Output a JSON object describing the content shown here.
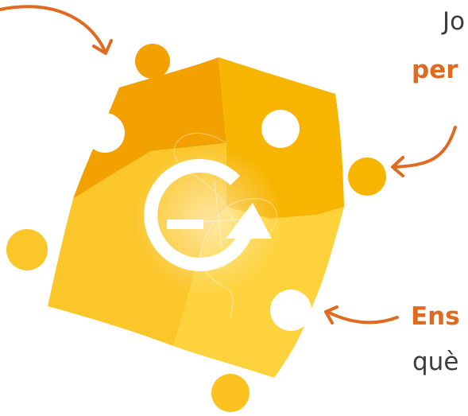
{
  "text": {
    "top_word": "Jo",
    "top_bold": "per",
    "bottom_bold": "Ens",
    "bottom_word": "què"
  },
  "colors": {
    "accent_orange": "#e06a1f",
    "text_dark": "#3c3c3c",
    "puzzle_dark": "#f2a100",
    "puzzle_mid": "#f7b500",
    "puzzle_light": "#fbc62a",
    "puzzle_pale": "#fdd23c",
    "logo": "#ffffff"
  },
  "icons": {
    "puzzle": "puzzle-pieces-icon",
    "refresh": "refresh-circular-arrow-icon",
    "arrows": "curved-arrow-icon"
  }
}
